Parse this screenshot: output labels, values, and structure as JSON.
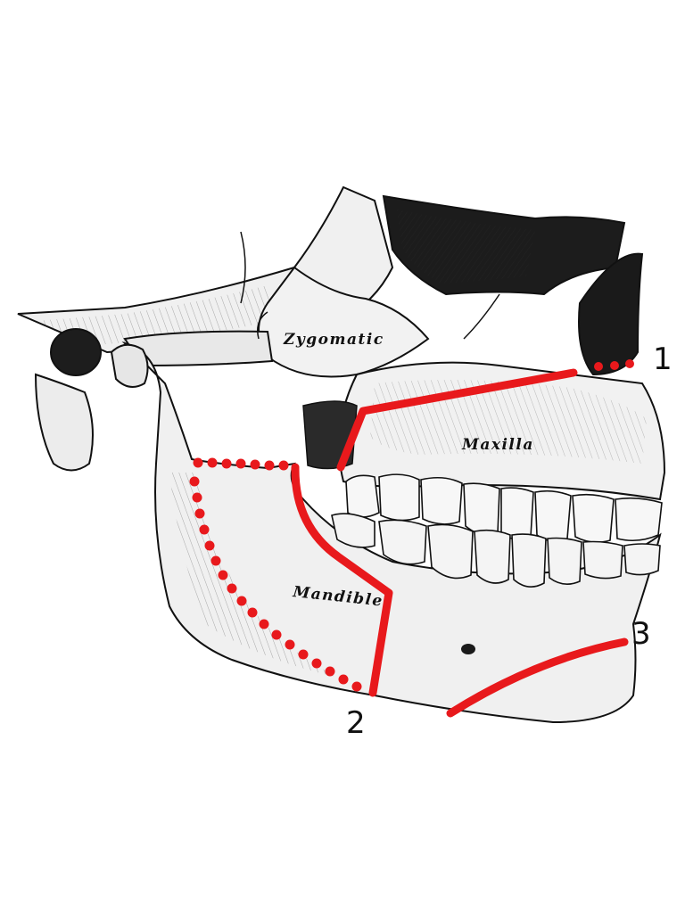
{
  "labels": {
    "zygomatic": "Zygomatic",
    "maxilla": "Maxilla",
    "mandible": "Mandible"
  },
  "markers": [
    "1",
    "2",
    "3"
  ],
  "colors": {
    "cut_line": "#e8191c",
    "bone_ink": "#111111",
    "bone_fill": "#efefef",
    "shadow": "#3a3a3a",
    "background": "#ffffff"
  }
}
